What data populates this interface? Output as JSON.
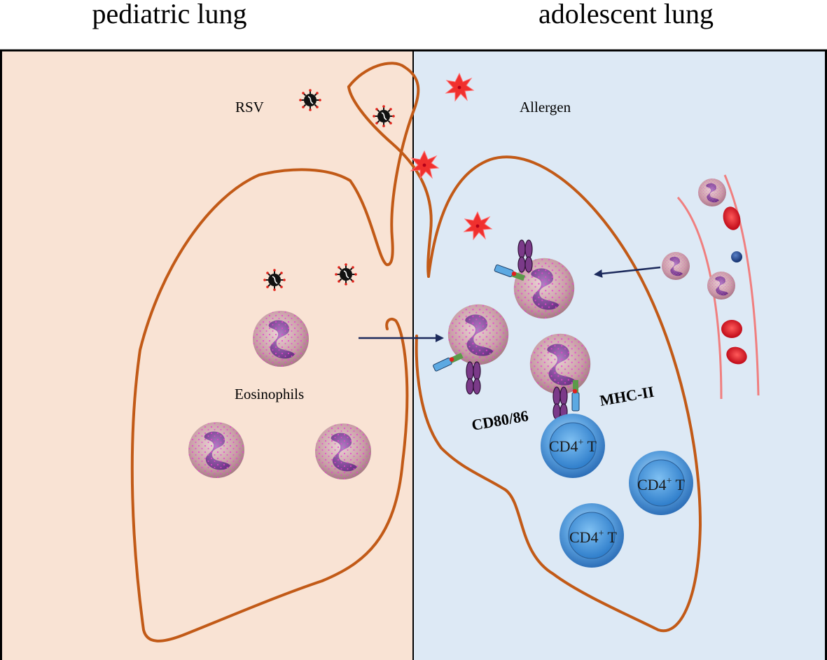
{
  "headings": {
    "left": "pediatric lung",
    "right": "adolescent lung"
  },
  "labels": {
    "rsv": "RSV",
    "allergen": "Allergen",
    "eosinophils": "Eosinophils",
    "cd80_86": "CD80/86",
    "mhc_ii": "MHC-II",
    "cd4_base": "CD4",
    "cd4_sup": "+",
    "cd4_suffix": " T"
  },
  "colors": {
    "pediatric_bg": "#f9e3d4",
    "adolescent_bg": "#dde9f5",
    "lung_outline": "#c25a17",
    "vessel": "#f07f7f",
    "arrow": "#1c2a5c",
    "cd4_cell": "#3d8ad0",
    "eosinophil": "#c9a0a8",
    "nucleus": "#8a4fa0",
    "allergen": "#f0302e",
    "virus": "#111111"
  }
}
